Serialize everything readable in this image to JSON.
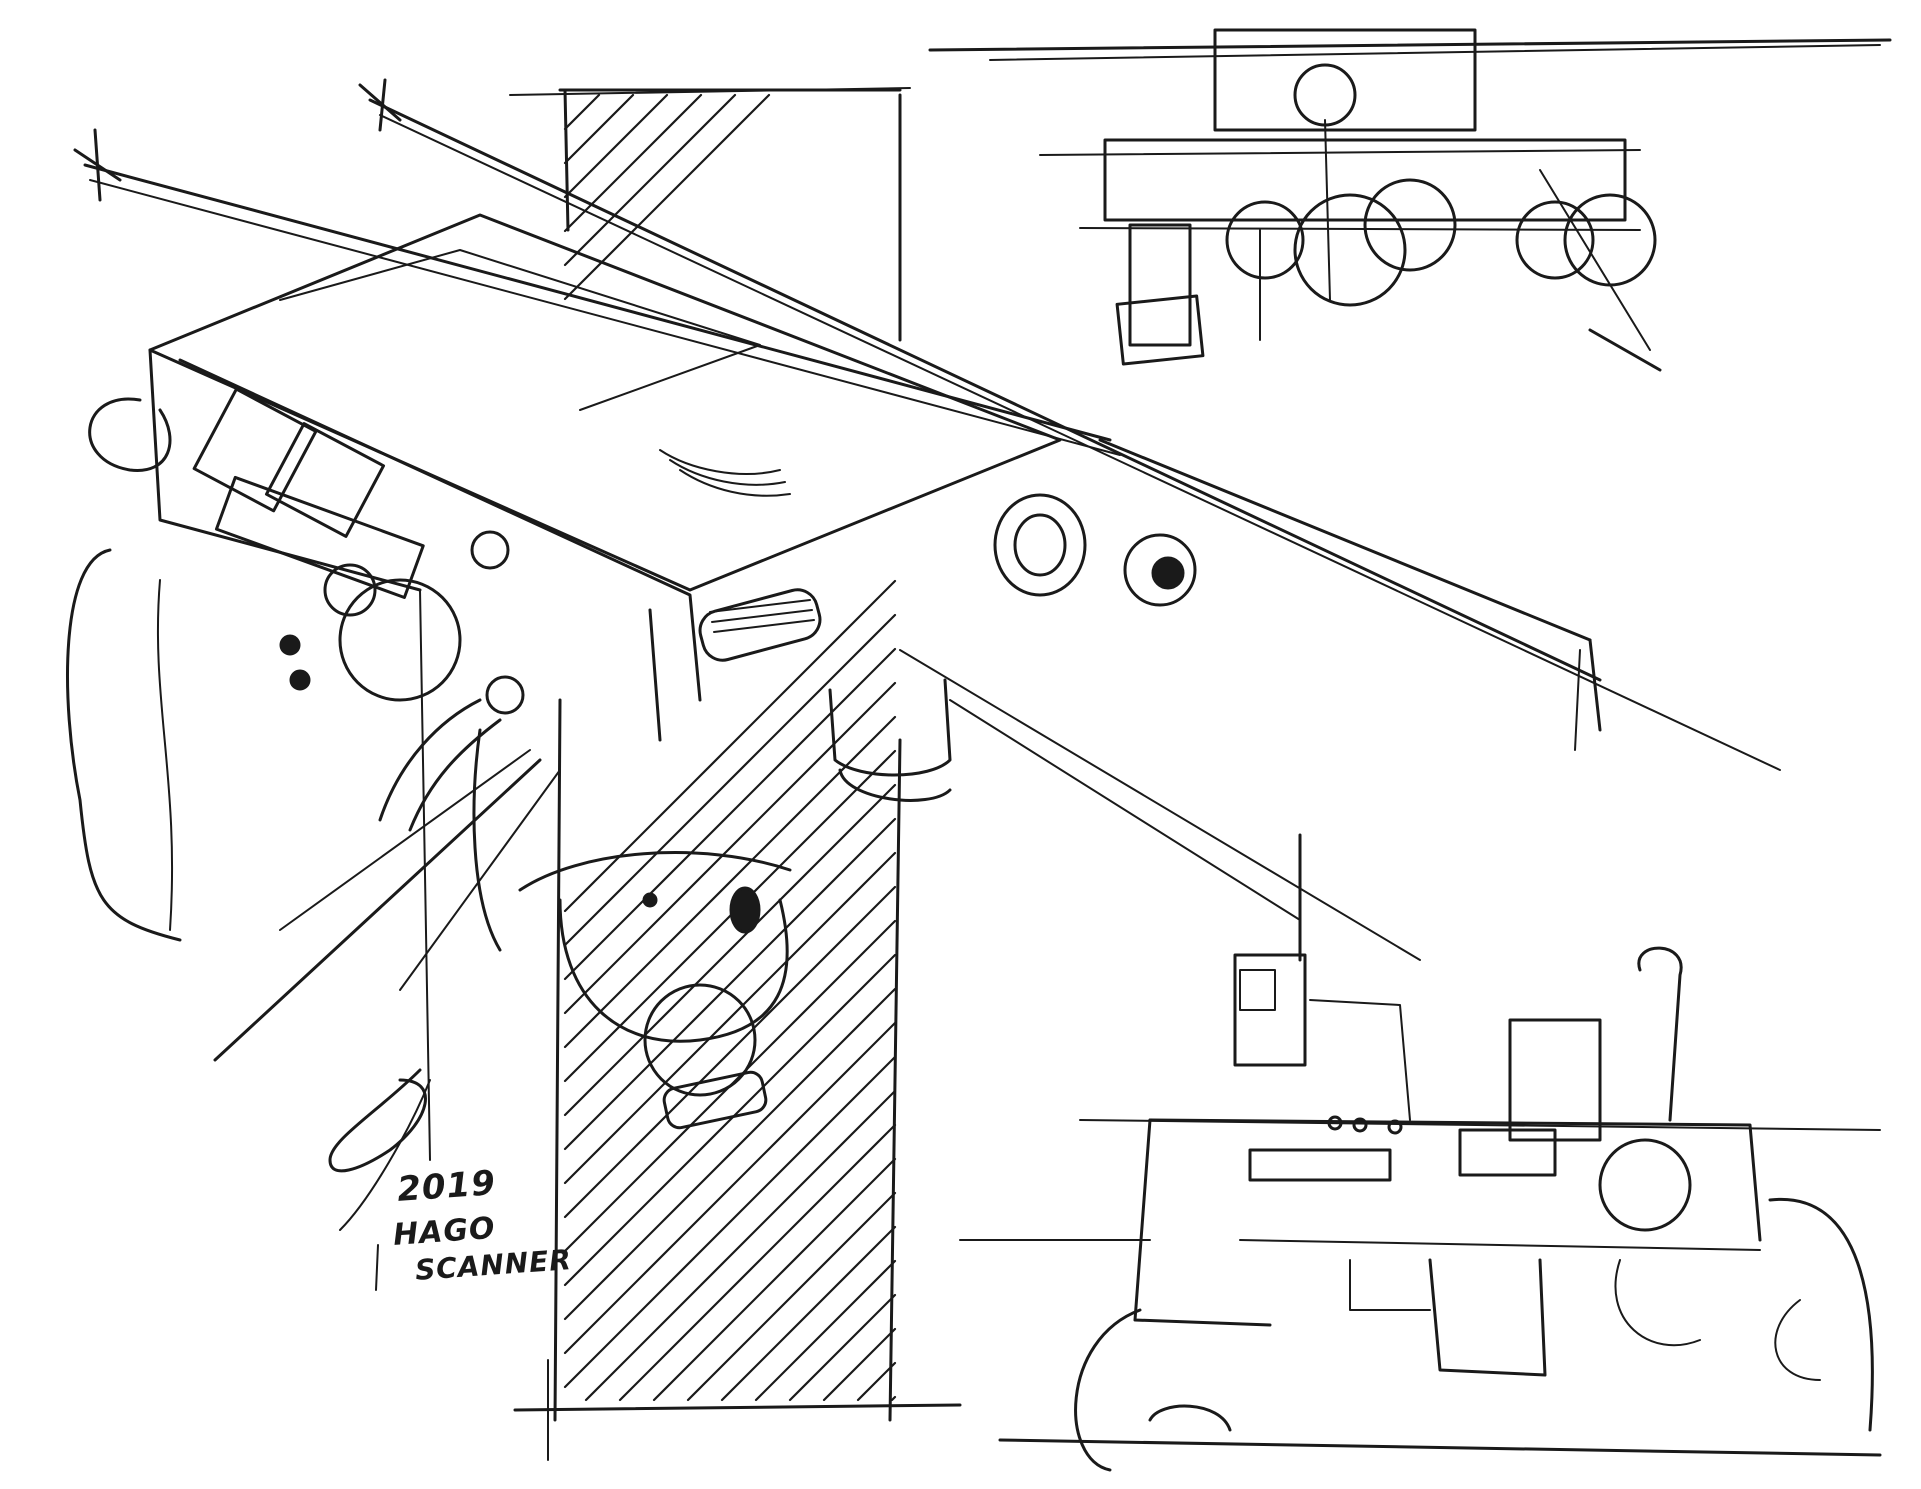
{
  "artwork": {
    "signature": {
      "year": "2019",
      "name_line_1": "HAGO",
      "name_line_2": "SCANNER"
    },
    "stroke_color": "#1a1a1a",
    "background_color": "#ffffff",
    "subjects": [
      "main-machine-sketch",
      "top-right-thumbnail-sketch",
      "bottom-right-thumbnail-sketch",
      "hatched-pillar"
    ]
  }
}
